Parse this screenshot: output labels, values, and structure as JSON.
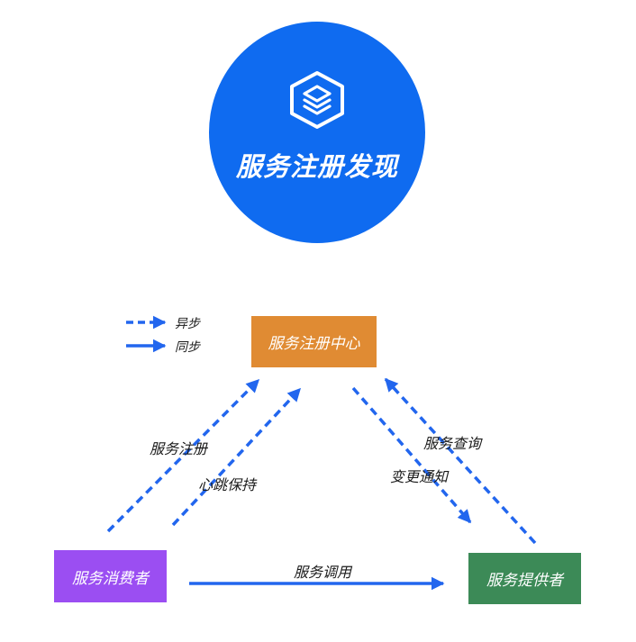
{
  "hero": {
    "title": "服务注册发现",
    "icon": "layers-hexagon-icon",
    "color": "#0f6bf0"
  },
  "legend": {
    "async_label": "异步",
    "sync_label": "同步"
  },
  "nodes": {
    "registry": {
      "label": "服务注册中心",
      "color": "#e08b33"
    },
    "consumer": {
      "label": "服务消费者",
      "color": "#9b4ef2"
    },
    "provider": {
      "label": "服务提供者",
      "color": "#3c8a57"
    }
  },
  "edges": {
    "register": "服务注册",
    "heartbeat": "心跳保持",
    "query": "服务查询",
    "notify": "变更通知",
    "invoke": "服务调用"
  },
  "colors": {
    "arrow": "#2266ee"
  }
}
